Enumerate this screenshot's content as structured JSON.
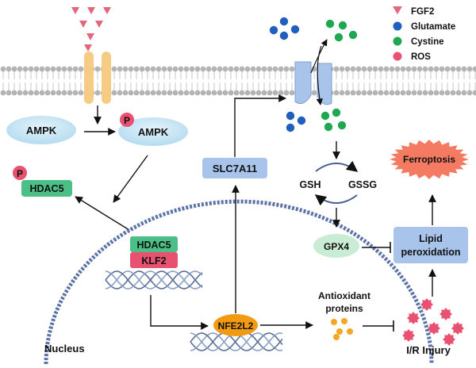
{
  "legend": {
    "items": [
      {
        "label": "FGF2",
        "color": "#e2677e",
        "shape": "triangle"
      },
      {
        "label": "Glutamate",
        "color": "#1f5fbd",
        "shape": "circle"
      },
      {
        "label": "Cystine",
        "color": "#1fa84f",
        "shape": "circle"
      },
      {
        "label": "ROS",
        "color": "#e8516f",
        "shape": "circle"
      }
    ]
  },
  "nodes": {
    "ampk_inactive": "AMPK",
    "ampk_active": "AMPK",
    "phospho_badge": "P",
    "hdac5_cytoplasm": "HDAC5",
    "hdac5_nuclear": "HDAC5",
    "klf2": "KLF2",
    "slc7a11": "SLC7A11",
    "nfe2l2": "NFE2L2",
    "gsh": "GSH",
    "gssg": "GSSG",
    "gpx4": "GPX4",
    "lipid_peroxidation_line1": "Lipid",
    "lipid_peroxidation_line2": "peroxidation",
    "ferroptosis": "Ferroptosis",
    "antioxidant_line1": "Antioxidant",
    "antioxidant_line2": "proteins",
    "ir_injury": "I/R Injury",
    "nucleus": "Nucleus"
  },
  "colors": {
    "membrane_head": "#b9b9b9",
    "membrane_tail": "#d4d4d4",
    "receptor": "#f6cc84",
    "ampk": "#bfe1f3",
    "phospho": "#e8516f",
    "hdac5": "#4cbf86",
    "klf2": "#e8516f",
    "slc7a11": "#a9c4ea",
    "transporter": "#a9c4ea",
    "nfe2l2": "#f29a12",
    "gpx4": "#c9ecd4",
    "lipid": "#a9c4ea",
    "ferroptosis": "#f47a61",
    "antioxidant_dots": "#f5a623",
    "dna": "#7488ad",
    "nucleus_border": "#5b73a6"
  }
}
